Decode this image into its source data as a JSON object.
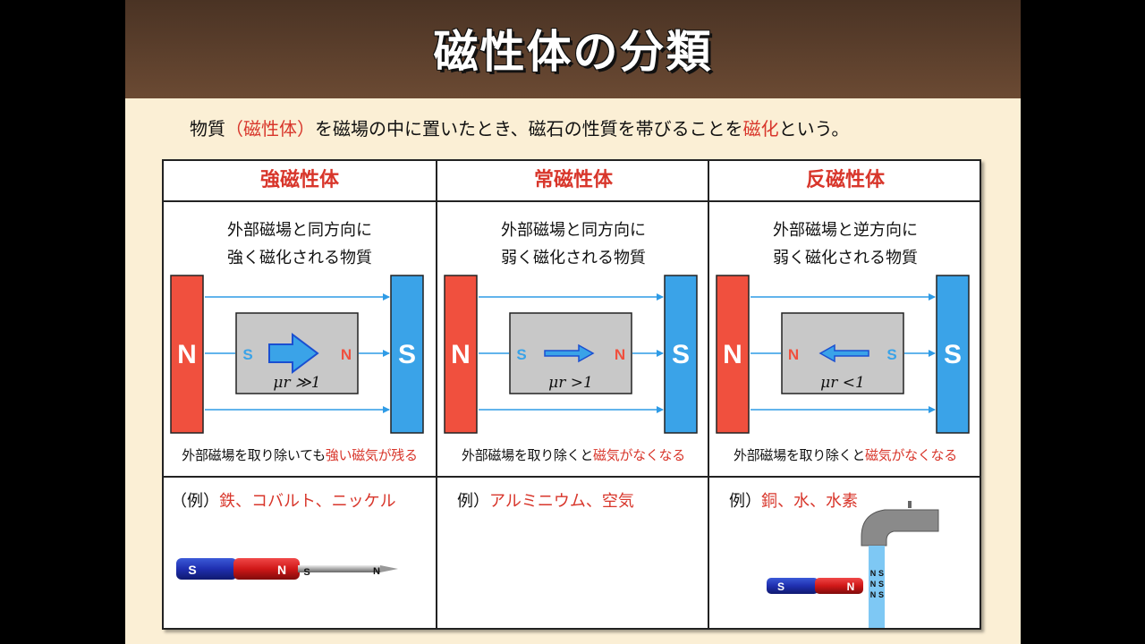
{
  "title": "磁性体の分類",
  "intro": {
    "part1": "物質",
    "highlight1": "（磁性体）",
    "part2": "を磁場の中に置いたとき、磁石の性質を帯びることを",
    "highlight2": "磁化",
    "part3": "という。"
  },
  "columns": [
    {
      "heading": "強磁性体",
      "desc_line1": "外部磁場と同方向に",
      "desc_line2": "強く磁化される物質",
      "magnet_left": "N",
      "magnet_right": "S",
      "inner_left": "S",
      "inner_right": "N",
      "mu": "μr ≫1",
      "note_plain": "外部磁場を取り除いても",
      "note_red": "強い磁気が残る",
      "example_label": "（例）",
      "example_red": "鉄、コバルト、ニッケル",
      "illus_labels": [
        "S",
        "N",
        "S",
        "N"
      ]
    },
    {
      "heading": "常磁性体",
      "desc_line1": "外部磁場と同方向に",
      "desc_line2": "弱く磁化される物質",
      "magnet_left": "N",
      "magnet_right": "S",
      "inner_left": "S",
      "inner_right": "N",
      "mu": "μr >1",
      "note_plain": "外部磁場を取り除くと",
      "note_red": "磁気がなくなる",
      "example_label": "例）",
      "example_red": "アルミニウム、空気"
    },
    {
      "heading": "反磁性体",
      "desc_line1": "外部磁場と逆方向に",
      "desc_line2": "弱く磁化される物質",
      "magnet_left": "N",
      "magnet_right": "S",
      "inner_left": "N",
      "inner_right": "S",
      "mu": "μr <1",
      "note_plain": "外部磁場を取り除くと",
      "note_red": "磁気がなくなる",
      "example_label": "例）",
      "example_red": "銅、水、水素",
      "illus_labels": [
        "S",
        "N",
        "N",
        "S",
        "N",
        "S",
        "N",
        "S"
      ]
    }
  ],
  "colors": {
    "header": "#5a3e2b",
    "background": "#fbefd5",
    "red": "#d8362b",
    "magnet_red": "#f0503e",
    "magnet_blue": "#3aa3e8",
    "field_line": "#2e9be6",
    "inner_box": "#c8c8c8"
  }
}
